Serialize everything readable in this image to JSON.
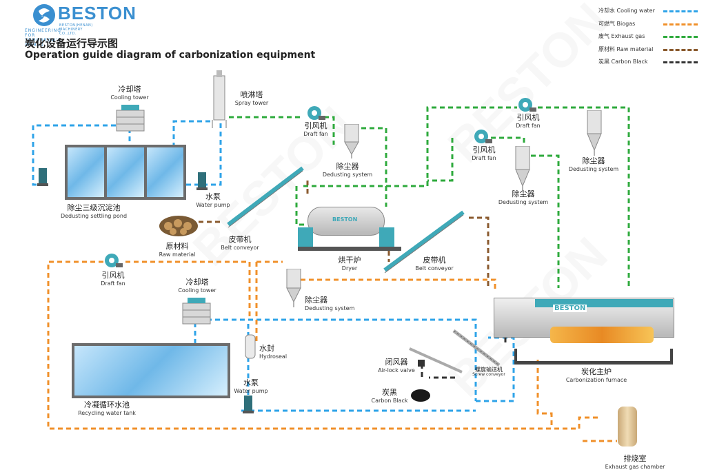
{
  "brand": {
    "name": "BESTON",
    "sub": "BESTON(HENAN) MACHINERY CO.,LTD.",
    "tagline": "ENGINEERING FOR TOMORROW'S WORLD"
  },
  "title": {
    "cn": "炭化设备运行导示图",
    "en": "Operation guide diagram of carbonization equipment"
  },
  "legend": [
    {
      "cn": "冷却水",
      "en": "Cooling water",
      "color": "#2ea3e8"
    },
    {
      "cn": "可燃气",
      "en": "Biogas",
      "color": "#f0902a"
    },
    {
      "cn": "废气",
      "en": "Exhaust gas",
      "color": "#2eaa3c"
    },
    {
      "cn": "原材料",
      "en": "Raw material",
      "color": "#8a5a2e"
    },
    {
      "cn": "炭黑",
      "en": "Carbon Black",
      "color": "#333333"
    }
  ],
  "labels": {
    "cooling_tower_top": {
      "cn": "冷却塔",
      "en": "Cooling tower"
    },
    "spray_tower": {
      "cn": "喷淋塔",
      "en": "Spray tower"
    },
    "draft_fan_1": {
      "cn": "引风机",
      "en": "Draft fan"
    },
    "dedusting_1": {
      "cn": "除尘器",
      "en": "Dedusting system"
    },
    "draft_fan_2": {
      "cn": "引风机",
      "en": "Draft fan"
    },
    "draft_fan_3": {
      "cn": "引风机",
      "en": "Draft fan"
    },
    "dedusting_2": {
      "cn": "除尘器",
      "en": "Dedusting system"
    },
    "dedusting_3": {
      "cn": "除尘器",
      "en": "Dedusting system"
    },
    "settling_pond": {
      "cn": "除尘三级沉淀池",
      "en": "Dedusting settling pond"
    },
    "water_pump_top": {
      "cn": "水泵",
      "en": "Water pump"
    },
    "raw_material": {
      "cn": "原材料",
      "en": "Raw material"
    },
    "belt_conveyor_1": {
      "cn": "皮带机",
      "en": "Belt conveyor"
    },
    "dryer": {
      "cn": "烘干炉",
      "en": "Dryer"
    },
    "belt_conveyor_2": {
      "cn": "皮带机",
      "en": "Belt conveyor"
    },
    "draft_fan_4": {
      "cn": "引风机",
      "en": "Draft fan"
    },
    "cooling_tower_bottom": {
      "cn": "冷却塔",
      "en": "Cooling tower"
    },
    "dedusting_4": {
      "cn": "除尘器",
      "en": "Dedusting system"
    },
    "hydroseal": {
      "cn": "水封",
      "en": "Hydroseal"
    },
    "water_pump_bottom": {
      "cn": "水泵",
      "en": "Water pump"
    },
    "air_lock": {
      "cn": "闭风器",
      "en": "Air-lock valve"
    },
    "screw_conveyor": {
      "cn": "螺旋输送机",
      "en": "Screw conveyor"
    },
    "carbon_black": {
      "cn": "炭黑",
      "en": "Carbon Black"
    },
    "recycling_tank": {
      "cn": "冷凝循环水池",
      "en": "Recycling water tank"
    },
    "carbonization_furnace": {
      "cn": "炭化主炉",
      "en": "Carbonization furnace"
    },
    "exhaust_chamber": {
      "cn": "排烧室",
      "en": "Exhaust gas chamber"
    }
  },
  "machine_brand": "BESTON",
  "colors": {
    "water": "#2ea3e8",
    "biogas": "#f0902a",
    "exhaust": "#2eaa3c",
    "raw": "#8a5a2e",
    "carbon": "#333333",
    "machine": "#3fa9b8",
    "pond": "#6fb8e8"
  }
}
